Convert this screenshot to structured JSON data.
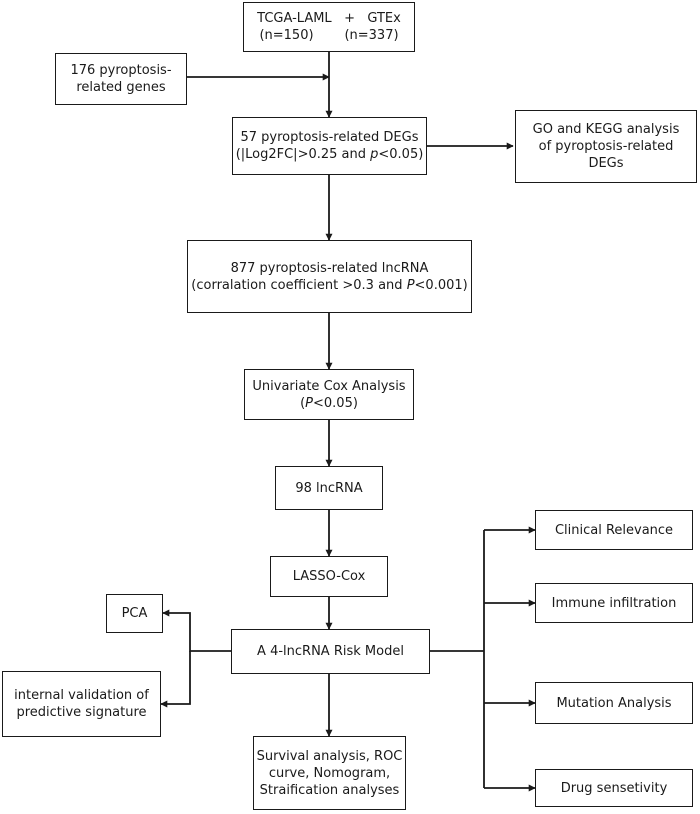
{
  "nodes": {
    "source": {
      "title": "TCGA-LAML   +   GTEx",
      "count_left": "(n=150)",
      "count_right": "(n=337)"
    },
    "genes": {
      "line1": "176 pyroptosis-",
      "line2": "related genes"
    },
    "degs": {
      "line1": "57 pyroptosis-related DEGs",
      "line2_pre": "(|Log2FC|>0.25 and ",
      "line2_italic": "p",
      "line2_post": "<0.05)"
    },
    "go_kegg": {
      "line1": "GO and KEGG analysis",
      "line2": "of pyroptosis-related",
      "line3": "DEGs"
    },
    "lncrna": {
      "line1": "877 pyroptosis-related lncRNA",
      "line2_pre": "(corralation coefficient >0.3 and ",
      "line2_italic": "P",
      "line2_post": "<0.001)"
    },
    "univariate": {
      "line1": "Univariate Cox Analysis",
      "line2_pre": "(",
      "line2_italic": "P",
      "line2_post": "<0.05)"
    },
    "lncrna98": {
      "label": "98 lncRNA"
    },
    "lasso": {
      "label": "LASSO-Cox"
    },
    "risk_model": {
      "label": "A 4-lncRNA Risk Model"
    },
    "pca": {
      "label": "PCA"
    },
    "internal_validation": {
      "line1": "internal validation of",
      "line2": "predictive signature"
    },
    "survival": {
      "line1": "Survival analysis, ROC",
      "line2": "curve, Nomogram,",
      "line3": "Straification analyses"
    },
    "clinical": {
      "label": "Clinical Relevance"
    },
    "immune": {
      "label": "Immune infiltration"
    },
    "mutation": {
      "label": "Mutation Analysis"
    },
    "drug": {
      "label": "Drug sensetivity"
    }
  }
}
